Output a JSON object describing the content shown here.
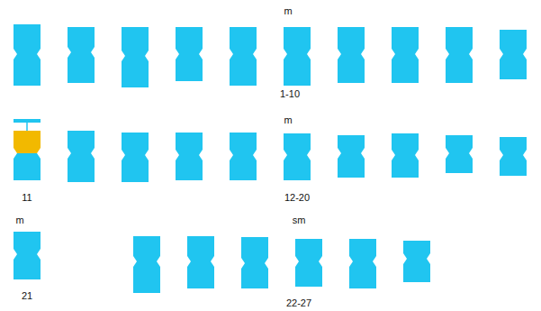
{
  "diagram": {
    "labels": [
      "m",
      "1-10",
      "m",
      "11",
      "12-20",
      "m",
      "21",
      "sm",
      "22-27"
    ]
  }
}
